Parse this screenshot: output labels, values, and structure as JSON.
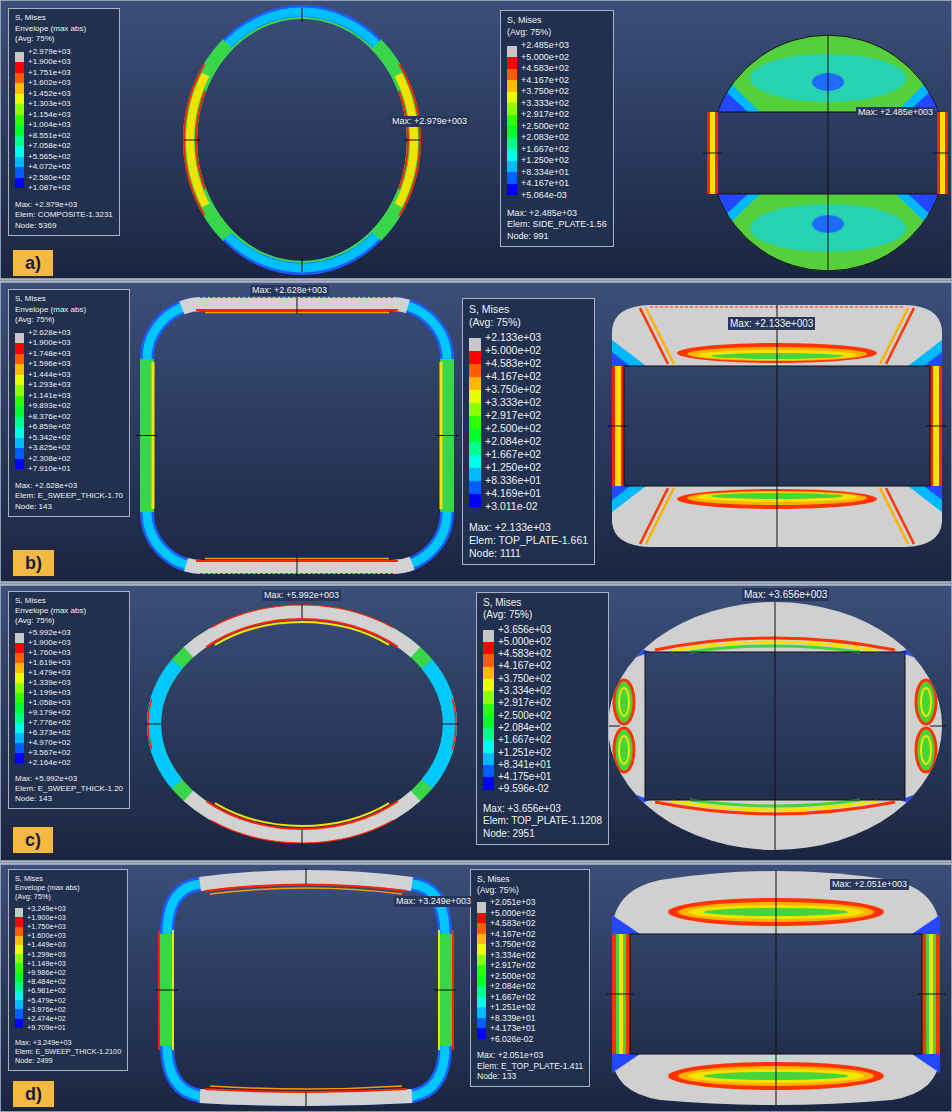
{
  "diagram": {
    "nodes": [
      {
        "text": [
          "S, Mises",
          "Envelope (max abs)",
          "(Avg: 75%)",
          "Max: +2.979e+03",
          "Elem: COMPOSITE-1.3231",
          "Node: 5369"
        ]
      },
      {
        "text": [
          "S, Mises",
          "(Avg: 75%)",
          "Max: +2.485e+03",
          "Elem: SIDE_PLATE-1.56",
          "Node: 991"
        ]
      },
      {
        "text": [
          "a)"
        ]
      },
      {
        "text": [
          "S, Mises",
          "Envelope (max abs)",
          "(Avg: 75%)",
          "Max: +2.628e+03",
          "Elem: E_SWEEP_THICK-1.70",
          "Node: 143"
        ]
      },
      {
        "text": [
          "S, Mises",
          "(Avg: 75%)",
          "Max: +2.133e+03",
          "Elem: TOP_PLATE-1.661",
          "Node: 1111"
        ]
      },
      {
        "text": [
          "b)"
        ]
      },
      {
        "text": [
          "S, Mises",
          "Envelope (max abs)",
          "(Avg: 75%)",
          "Max: +5.992e+03",
          "Elem: E_SWEEP_THICK-1.20",
          "Node: 143"
        ]
      },
      {
        "text": [
          "S, Mises",
          "(Avg: 75%)",
          "Max: +3.656e+03",
          "Elem: TOP_PLATE-1.1208",
          "Node: 2951"
        ]
      },
      {
        "text": [
          "c)"
        ]
      },
      {
        "text": [
          "S, Mises",
          "Envelope (max abs)",
          "(Avg: 75%)",
          "Max: +3.249e+03",
          "Elem: E_SWEEP_THICK-1.2100",
          "Node: 2499"
        ]
      },
      {
        "text": [
          "S, Mises",
          "(Avg: 75%)",
          "Max: +2.051e+03",
          "Elem: E_TOP_PLATE-1.411",
          "Node: 133"
        ]
      },
      {
        "text": [
          "d)"
        ]
      }
    ],
    "labels": [
      "Max: +2.979e+003",
      "Max: +2.485e+003",
      "Max: +2.628e+003",
      "Max: +2.133e+003",
      "Max: +5.992e+003",
      "Max: +3.656e+003",
      "Max: +3.249e+003",
      "Max: +2.051e+003"
    ],
    "legend": [
      {
        "text": "+2.979e+03",
        "color": "#c8c8c8"
      },
      {
        "text": "+1.900e+03",
        "color": "#ff0000"
      },
      {
        "text": "+1.751e+03",
        "color": "#ff5d00"
      },
      {
        "text": "+1.602e+03",
        "color": "#ffb900"
      },
      {
        "text": "+1.452e+03",
        "color": "#e8ff00"
      },
      {
        "text": "+1.303e+03",
        "color": "#8bff00"
      },
      {
        "text": "+1.154e+03",
        "color": "#2eff00"
      },
      {
        "text": "+1.004e+03",
        "color": "#00ff2e"
      },
      {
        "text": "+8.551e+02",
        "color": "#00ff8b"
      },
      {
        "text": "+7.058e+02",
        "color": "#00ffe8"
      },
      {
        "text": "+5.565e+02",
        "color": "#00b9ff"
      },
      {
        "text": "+4.072e+02",
        "color": "#005dff"
      },
      {
        "text": "+2.580e+02",
        "color": "#0000ff"
      },
      {
        "text": "+1.087e+02"
      },
      {
        "text": "+2.485e+03",
        "color": "#c8c8c8"
      },
      {
        "text": "+5.000e+02",
        "color": "#ff0000"
      },
      {
        "text": "+4.583e+02",
        "color": "#ff5d00"
      },
      {
        "text": "+4.167e+02",
        "color": "#ffb900"
      },
      {
        "text": "+3.750e+02",
        "color": "#e8ff00"
      },
      {
        "text": "+3.333e+02",
        "color": "#8bff00"
      },
      {
        "text": "+2.917e+02",
        "color": "#2eff00"
      },
      {
        "text": "+2.500e+02",
        "color": "#00ff2e"
      },
      {
        "text": "+2.083e+02",
        "color": "#00ff8b"
      },
      {
        "text": "+1.667e+02",
        "color": "#00ffe8"
      },
      {
        "text": "+1.250e+02",
        "color": "#00b9ff"
      },
      {
        "text": "+8.334e+01",
        "color": "#005dff"
      },
      {
        "text": "+4.167e+01",
        "color": "#0000ff"
      },
      {
        "text": "+5.064e-03"
      },
      {
        "text": "+2.628e+03",
        "color": "#c8c8c8"
      },
      {
        "text": "+1.900e+03",
        "color": "#ff0000"
      },
      {
        "text": "+1.748e+03",
        "color": "#ff5d00"
      },
      {
        "text": "+1.596e+03",
        "color": "#ffb900"
      },
      {
        "text": "+1.444e+03",
        "color": "#e8ff00"
      },
      {
        "text": "+1.293e+03",
        "color": "#8bff00"
      },
      {
        "text": "+1.141e+03",
        "color": "#2eff00"
      },
      {
        "text": "+9.893e+02",
        "color": "#00ff2e"
      },
      {
        "text": "+8.376e+02",
        "color": "#00ff8b"
      },
      {
        "text": "+6.859e+02",
        "color": "#00ffe8"
      },
      {
        "text": "+5.342e+02",
        "color": "#00b9ff"
      },
      {
        "text": "+3.825e+02",
        "color": "#005dff"
      },
      {
        "text": "+2.308e+02",
        "color": "#0000ff"
      },
      {
        "text": "+7.910e+01"
      },
      {
        "text": "+2.133e+03",
        "color": "#c8c8c8"
      },
      {
        "text": "+5.000e+02",
        "color": "#ff0000"
      },
      {
        "text": "+4.583e+02",
        "color": "#ff5d00"
      },
      {
        "text": "+4.167e+02",
        "color": "#ffb900"
      },
      {
        "text": "+3.750e+02",
        "color": "#e8ff00"
      },
      {
        "text": "+3.333e+02",
        "color": "#8bff00"
      },
      {
        "text": "+2.917e+02",
        "color": "#2eff00"
      },
      {
        "text": "+2.500e+02",
        "color": "#00ff2e"
      },
      {
        "text": "+2.084e+02",
        "color": "#00ff8b"
      },
      {
        "text": "+1.667e+02",
        "color": "#00ffe8"
      },
      {
        "text": "+1.250e+02",
        "color": "#00b9ff"
      },
      {
        "text": "+8.336e+01",
        "color": "#005dff"
      },
      {
        "text": "+4.169e+01",
        "color": "#0000ff"
      },
      {
        "text": "+3.011e-02"
      },
      {
        "text": "+5.992e+03",
        "color": "#c8c8c8"
      },
      {
        "text": "+1.900e+03",
        "color": "#ff0000"
      },
      {
        "text": "+1.760e+03",
        "color": "#ff5d00"
      },
      {
        "text": "+1.619e+03",
        "color": "#ffb900"
      },
      {
        "text": "+1.479e+03",
        "color": "#e8ff00"
      },
      {
        "text": "+1.339e+03",
        "color": "#8bff00"
      },
      {
        "text": "+1.199e+03",
        "color": "#2eff00"
      },
      {
        "text": "+1.058e+03",
        "color": "#00ff2e"
      },
      {
        "text": "+9.179e+02",
        "color": "#00ff8b"
      },
      {
        "text": "+7.776e+02",
        "color": "#00ffe8"
      },
      {
        "text": "+6.373e+02",
        "color": "#00b9ff"
      },
      {
        "text": "+4.970e+02",
        "color": "#005dff"
      },
      {
        "text": "+3.567e+02",
        "color": "#0000ff"
      },
      {
        "text": "+2.164e+02"
      },
      {
        "text": "+3.656e+03",
        "color": "#c8c8c8"
      },
      {
        "text": "+5.000e+02",
        "color": "#ff0000"
      },
      {
        "text": "+4.583e+02",
        "color": "#ff5d00"
      },
      {
        "text": "+4.167e+02",
        "color": "#ffb900"
      },
      {
        "text": "+3.750e+02",
        "color": "#e8ff00"
      },
      {
        "text": "+3.334e+02",
        "color": "#8bff00"
      },
      {
        "text": "+2.917e+02",
        "color": "#2eff00"
      },
      {
        "text": "+2.500e+02",
        "color": "#00ff2e"
      },
      {
        "text": "+2.084e+02",
        "color": "#00ff8b"
      },
      {
        "text": "+1.667e+02",
        "color": "#00ffe8"
      },
      {
        "text": "+1.251e+02",
        "color": "#00b9ff"
      },
      {
        "text": "+8.341e+01",
        "color": "#005dff"
      },
      {
        "text": "+4.175e+01",
        "color": "#0000ff"
      },
      {
        "text": "+9.596e-02"
      },
      {
        "text": "+3.249e+03",
        "color": "#c8c8c8"
      },
      {
        "text": "+1.900e+03",
        "color": "#ff0000"
      },
      {
        "text": "+1.750e+03",
        "color": "#ff5d00"
      },
      {
        "text": "+1.600e+03",
        "color": "#ffb900"
      },
      {
        "text": "+1.449e+03",
        "color": "#e8ff00"
      },
      {
        "text": "+1.299e+03",
        "color": "#8bff00"
      },
      {
        "text": "+1.149e+03",
        "color": "#2eff00"
      },
      {
        "text": "+9.986e+02",
        "color": "#00ff2e"
      },
      {
        "text": "+8.484e+02",
        "color": "#00ff8b"
      },
      {
        "text": "+6.981e+02",
        "color": "#00ffe8"
      },
      {
        "text": "+5.479e+02",
        "color": "#00b9ff"
      },
      {
        "text": "+3.976e+02",
        "color": "#005dff"
      },
      {
        "text": "+2.474e+02",
        "color": "#0000ff"
      },
      {
        "text": "+9.709e+01"
      },
      {
        "text": "+2.051e+03",
        "color": "#c8c8c8"
      },
      {
        "text": "+5.000e+02",
        "color": "#ff0000"
      },
      {
        "text": "+4.583e+02",
        "color": "#ff5d00"
      },
      {
        "text": "+4.167e+02",
        "color": "#ffb900"
      },
      {
        "text": "+3.750e+02",
        "color": "#e8ff00"
      },
      {
        "text": "+3.334e+02",
        "color": "#8bff00"
      },
      {
        "text": "+2.917e+02",
        "color": "#2eff00"
      },
      {
        "text": "+2.500e+02",
        "color": "#00ff2e"
      },
      {
        "text": "+2.084e+02",
        "color": "#00ff8b"
      },
      {
        "text": "+1.667e+02",
        "color": "#00ffe8"
      },
      {
        "text": "+1.251e+02",
        "color": "#00b9ff"
      },
      {
        "text": "+8.339e+01",
        "color": "#005dff"
      },
      {
        "text": "+4.173e+01",
        "color": "#0000ff"
      },
      {
        "text": "+6.026e-02"
      }
    ]
  }
}
